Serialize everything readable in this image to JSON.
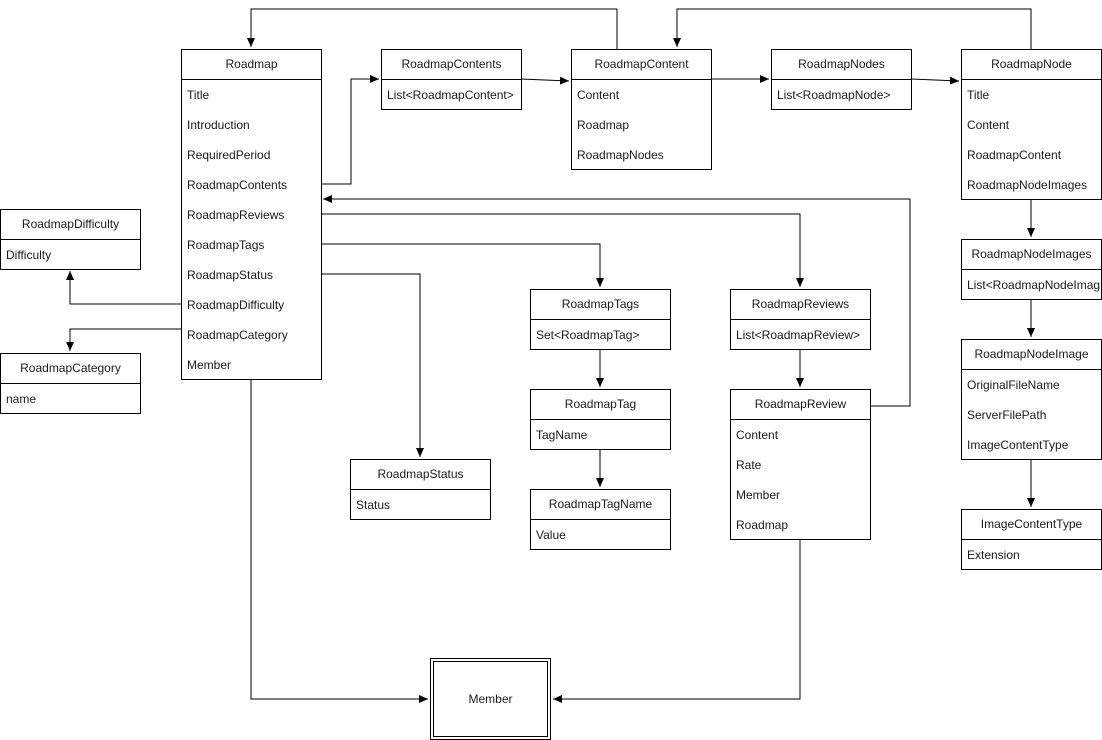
{
  "entities": [
    {
      "id": "roadmap",
      "title": "Roadmap",
      "fields": [
        "Title",
        "Introduction",
        "RequiredPeriod",
        "RoadmapContents",
        "RoadmapReviews",
        "RoadmapTags",
        "RoadmapStatus",
        "RoadmapDifficulty",
        "RoadmapCategory",
        "Member"
      ]
    },
    {
      "id": "roadmap-contents",
      "title": "RoadmapContents",
      "fields": [
        "List<RoadmapContent>"
      ]
    },
    {
      "id": "roadmap-content",
      "title": "RoadmapContent",
      "fields": [
        "Content",
        "Roadmap",
        "RoadmapNodes"
      ]
    },
    {
      "id": "roadmap-nodes",
      "title": "RoadmapNodes",
      "fields": [
        "List<RoadmapNode>"
      ]
    },
    {
      "id": "roadmap-node",
      "title": "RoadmapNode",
      "fields": [
        "Title",
        "Content",
        "RoadmapContent",
        "RoadmapNodeImages"
      ]
    },
    {
      "id": "roadmap-node-images",
      "title": "RoadmapNodeImages",
      "fields": [
        "List<RoadmapNodeImag"
      ]
    },
    {
      "id": "roadmap-node-image",
      "title": "RoadmapNodeImage",
      "fields": [
        "OriginalFileName",
        "ServerFilePath",
        "ImageContentType"
      ]
    },
    {
      "id": "image-content-type",
      "title": "ImageContentType",
      "fields": [
        "Extension"
      ]
    },
    {
      "id": "roadmap-difficulty",
      "title": "RoadmapDifficulty",
      "fields": [
        "Difficulty"
      ]
    },
    {
      "id": "roadmap-category",
      "title": "RoadmapCategory",
      "fields": [
        "name"
      ]
    },
    {
      "id": "roadmap-tags",
      "title": "RoadmapTags",
      "fields": [
        "Set<RoadmapTag>"
      ]
    },
    {
      "id": "roadmap-tag",
      "title": "RoadmapTag",
      "fields": [
        "TagName"
      ]
    },
    {
      "id": "roadmap-tag-name",
      "title": "RoadmapTagName",
      "fields": [
        "Value"
      ]
    },
    {
      "id": "roadmap-reviews",
      "title": "RoadmapReviews",
      "fields": [
        "List<RoadmapReview>"
      ]
    },
    {
      "id": "roadmap-review",
      "title": "RoadmapReview",
      "fields": [
        "Content",
        "Rate",
        "Member",
        "Roadmap"
      ]
    },
    {
      "id": "roadmap-status",
      "title": "RoadmapStatus",
      "fields": [
        "Status"
      ]
    }
  ],
  "member": {
    "label": "Member"
  }
}
